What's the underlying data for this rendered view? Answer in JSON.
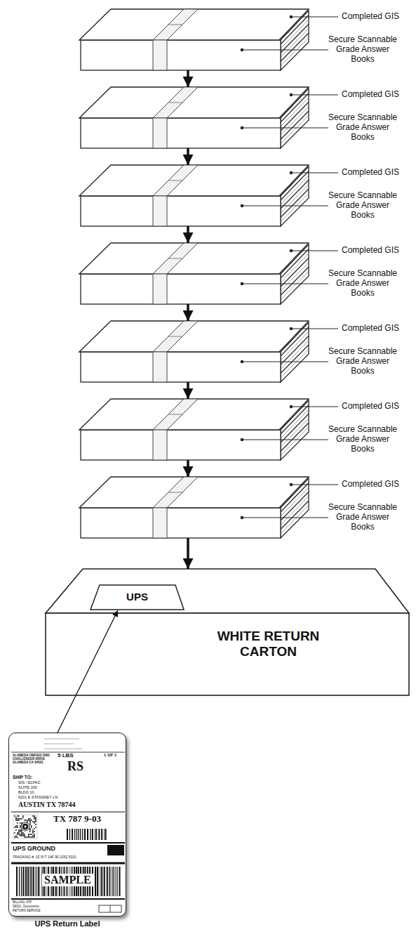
{
  "diagram": {
    "nodes": [
      {
        "text": [
          "Completed GIS",
          "Secure Scannable Grade Answer Books"
        ]
      },
      {
        "text": [
          "Completed GIS",
          "Secure Scannable Grade Answer Books"
        ]
      },
      {
        "text": [
          "Completed GIS",
          "Secure Scannable Grade Answer Books"
        ]
      },
      {
        "text": [
          "Completed GIS",
          "Secure Scannable Grade Answer Books"
        ]
      },
      {
        "text": [
          "Completed GIS",
          "Secure Scannable Grade Answer Books"
        ]
      },
      {
        "text": [
          "Completed GIS",
          "Secure Scannable Grade Answer Books"
        ]
      },
      {
        "text": [
          "Completed GIS",
          "Secure Scannable Grade Answer Books"
        ]
      },
      {
        "text": [
          "WHITE RETURN CARTON"
        ]
      },
      {
        "text": [
          "UPS"
        ],
        "in": 7
      },
      {
        "text": [
          "ALAMEDA UNIFIED 2060 CHALLENGER DRIVE ALAMEDA CA 94501",
          "5 LBS",
          "1 OF 1",
          "RS",
          "SHIP TO:",
          "IDS / ELPAC",
          "SUITE 200",
          "BLDG 10",
          "6201 E STASSNEY LN",
          "AUSTIN TX 78744",
          "TX 787 9-03",
          "UPS GROUND",
          "TRACKING #: 1Z 9Y7 14F 90 2252 5101",
          "SAMPLE",
          "BILLING: P/P",
          "DESC: Documents",
          "RETURN SERVICE",
          "UPS Return Label"
        ]
      }
    ],
    "edges": [
      {
        "from": 0,
        "to": 1,
        "arrow": "to"
      },
      {
        "from": 1,
        "to": 2,
        "arrow": "to"
      },
      {
        "from": 2,
        "to": 3,
        "arrow": "to"
      },
      {
        "from": 3,
        "to": 4,
        "arrow": "to"
      },
      {
        "from": 4,
        "to": 5,
        "arrow": "to"
      },
      {
        "from": 5,
        "to": 6,
        "arrow": "to"
      },
      {
        "from": 6,
        "to": 7,
        "arrow": "to"
      },
      {
        "from": 9,
        "to": 8,
        "arrow": "to"
      }
    ]
  }
}
